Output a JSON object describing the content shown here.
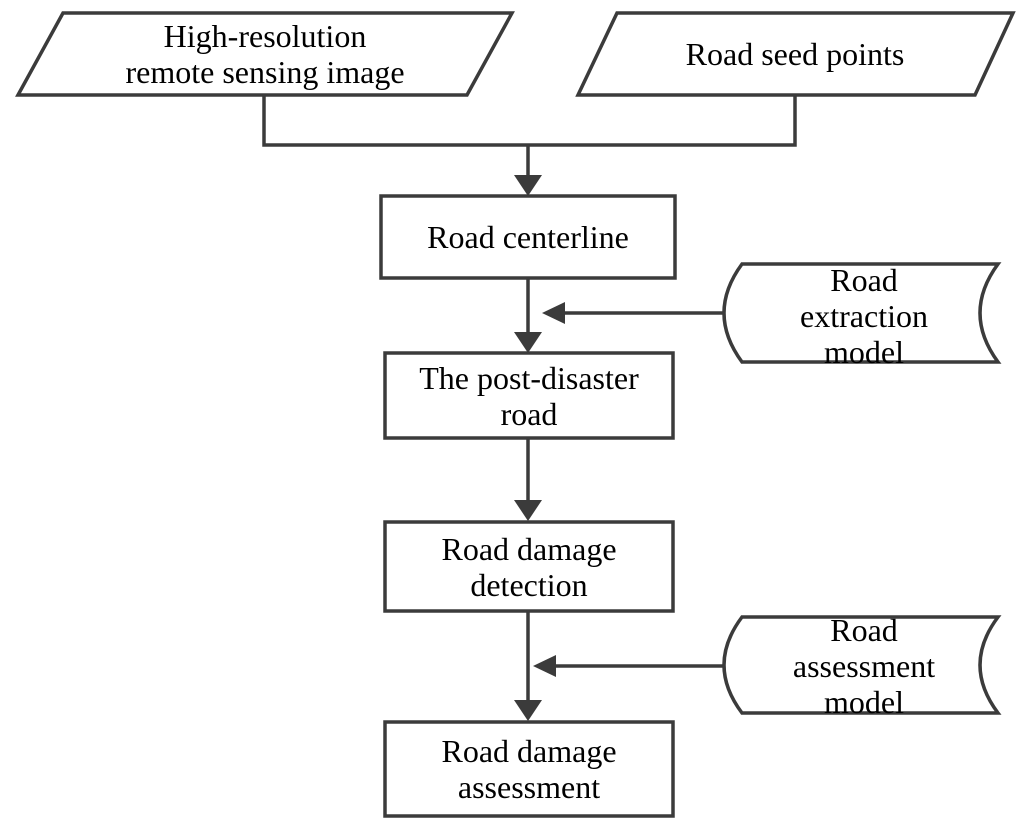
{
  "flowchart": {
    "colors": {
      "line": "#3b3b3b",
      "text": "#000000",
      "background": "#ffffff"
    },
    "nodes": {
      "remote_sensing_image": {
        "shape": "parallelogram",
        "label": "High-resolution\nremote sensing image"
      },
      "road_seed_points": {
        "shape": "parallelogram",
        "label": "Road seed points"
      },
      "road_centerline": {
        "shape": "rectangle",
        "label": "Road centerline"
      },
      "post_disaster_road": {
        "shape": "rectangle",
        "label": "The post-disaster\nroad"
      },
      "road_damage_detection": {
        "shape": "rectangle",
        "label": "Road damage\ndetection"
      },
      "road_damage_assessment": {
        "shape": "rectangle",
        "label": "Road damage\nassessment"
      },
      "road_extraction_model": {
        "shape": "stored-data",
        "label": "Road extraction\nmodel"
      },
      "road_assessment_model": {
        "shape": "stored-data",
        "label": "Road  assessment\nmodel"
      }
    },
    "edges": [
      {
        "from": "remote_sensing_image",
        "to": "road_centerline",
        "type": "merge-arrow"
      },
      {
        "from": "road_seed_points",
        "to": "road_centerline",
        "type": "merge-arrow"
      },
      {
        "from": "road_centerline",
        "to": "post_disaster_road",
        "type": "arrow"
      },
      {
        "from": "road_extraction_model",
        "to": "road_centerline->post_disaster_road",
        "type": "side-arrow"
      },
      {
        "from": "post_disaster_road",
        "to": "road_damage_detection",
        "type": "arrow"
      },
      {
        "from": "road_damage_detection",
        "to": "road_damage_assessment",
        "type": "arrow"
      },
      {
        "from": "road_assessment_model",
        "to": "road_damage_detection->road_damage_assessment",
        "type": "side-arrow"
      }
    ]
  }
}
